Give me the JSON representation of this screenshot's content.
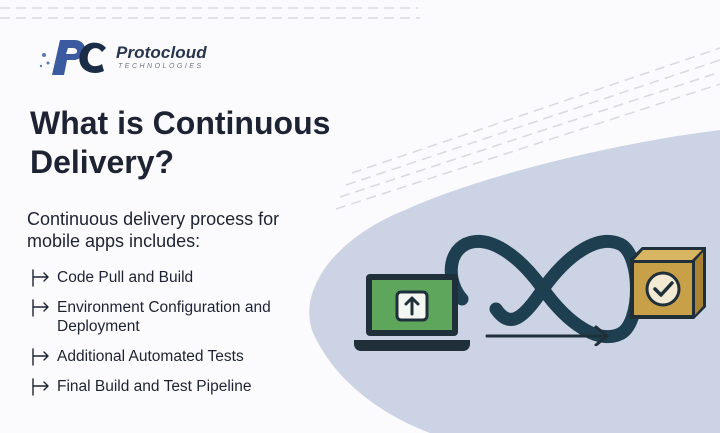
{
  "brand": {
    "name": "Protocloud",
    "tagline": "TECHNOLOGIES",
    "mark_letters": "PC"
  },
  "title": "What is Continuous Delivery?",
  "intro": "Continuous delivery process for mobile apps includes:",
  "steps": [
    "Code Pull and Build",
    "Environment Configuration and Deployment",
    "Additional Automated Tests",
    "Final Build and Test Pipeline"
  ],
  "icons": {
    "step": "turn-right-arrow-icon",
    "laptop": "laptop-upload-icon",
    "cycle": "infinity-icon",
    "flow": "right-arrow-icon",
    "box": "package-check-icon"
  },
  "colors": {
    "background": "#fbfbfd",
    "panel": "#cbd3e5",
    "heading": "#1d2333",
    "brand": "#27364d",
    "laptop_screen": "#5fa65d",
    "box": "#c8a048",
    "outline": "#20303b"
  }
}
